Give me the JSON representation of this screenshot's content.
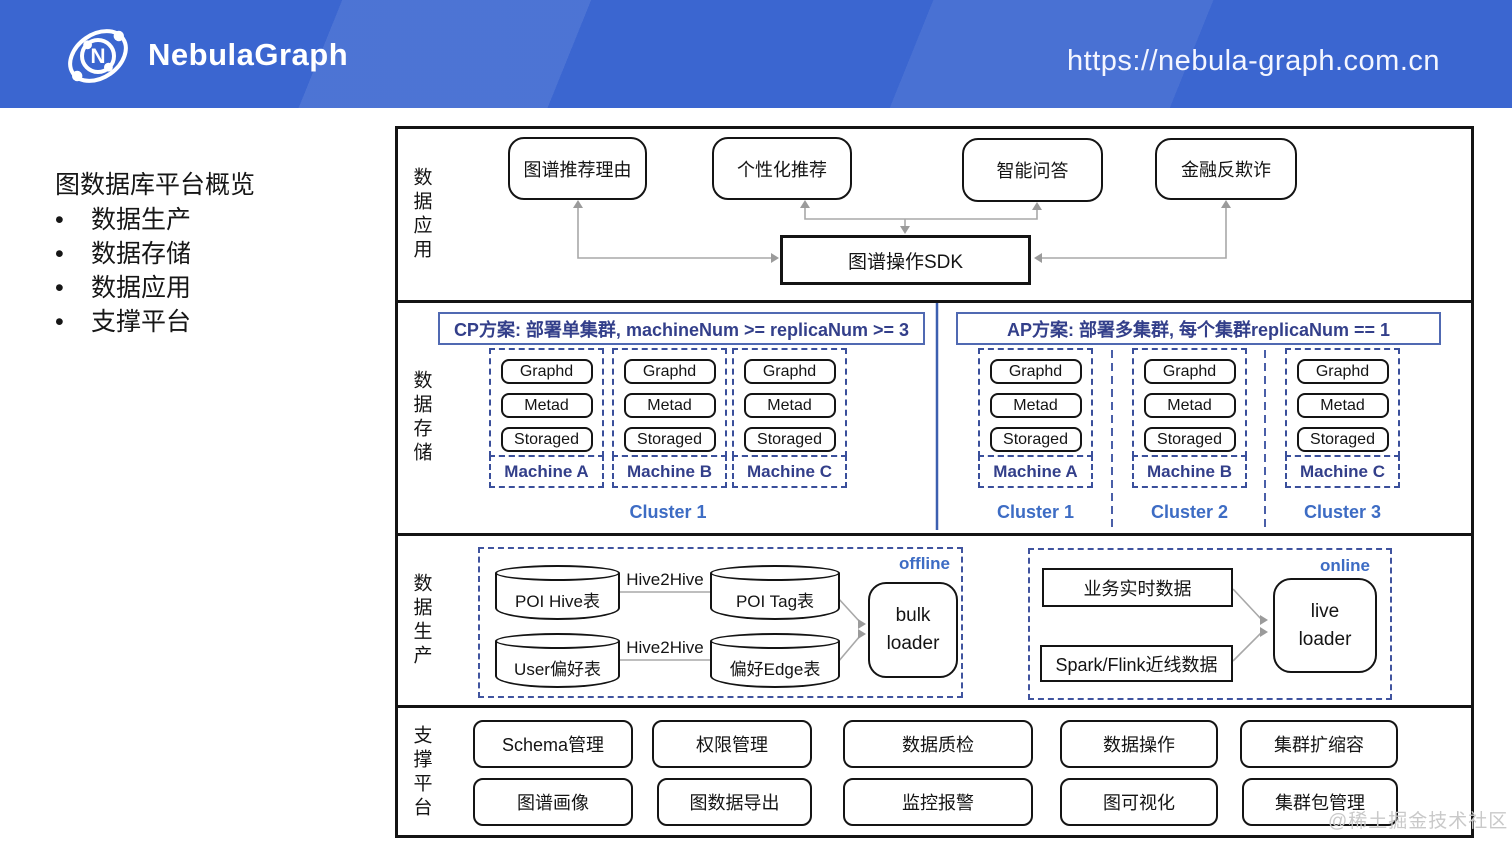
{
  "header": {
    "brand": "NebulaGraph",
    "url": "https://nebula-graph.com.cn"
  },
  "intro": {
    "title": "图数据库平台概览",
    "bullets": [
      "数据生产",
      "数据存储",
      "数据应用",
      "支撑平台"
    ]
  },
  "app": {
    "label": "数据应用",
    "boxes": [
      "图谱推荐理由",
      "个性化推荐",
      "智能问答",
      "金融反欺诈"
    ],
    "sdk": "图谱操作SDK"
  },
  "storage": {
    "label": "数据存储",
    "cp": {
      "title": "CP方案: 部署单集群, machineNum >= replicaNum >= 3",
      "machines": [
        {
          "name": "Machine A",
          "services": [
            "Graphd",
            "Metad",
            "Storaged"
          ]
        },
        {
          "name": "Machine B",
          "services": [
            "Graphd",
            "Metad",
            "Storaged"
          ]
        },
        {
          "name": "Machine C",
          "services": [
            "Graphd",
            "Metad",
            "Storaged"
          ]
        }
      ],
      "cluster": "Cluster 1"
    },
    "ap": {
      "title": "AP方案: 部署多集群, 每个集群replicaNum == 1",
      "machines": [
        {
          "name": "Machine A",
          "services": [
            "Graphd",
            "Metad",
            "Storaged"
          ],
          "cluster": "Cluster 1"
        },
        {
          "name": "Machine B",
          "services": [
            "Graphd",
            "Metad",
            "Storaged"
          ],
          "cluster": "Cluster 2"
        },
        {
          "name": "Machine C",
          "services": [
            "Graphd",
            "Metad",
            "Storaged"
          ],
          "cluster": "Cluster 3"
        }
      ]
    }
  },
  "production": {
    "label": "数据生产",
    "offline": {
      "tag": "offline",
      "rows": [
        {
          "source": "POI Hive表",
          "transform": "Hive2Hive",
          "target": "POI Tag表"
        },
        {
          "source": "User偏好表",
          "transform": "Hive2Hive",
          "target": "偏好Edge表"
        }
      ],
      "loader": "bulk loader"
    },
    "online": {
      "tag": "online",
      "sources": [
        "业务实时数据",
        "Spark/Flink近线数据"
      ],
      "loader": "live loader"
    }
  },
  "platform": {
    "label": "支撑平台",
    "rows": [
      [
        "Schema管理",
        "权限管理",
        "数据质检",
        "数据操作",
        "集群扩缩容"
      ],
      [
        "图谱画像",
        "图数据导出",
        "监控报警",
        "图可视化",
        "集群包管理"
      ]
    ]
  },
  "watermark": "@稀土掘金技术社区",
  "colors": {
    "header_bg": "#3b66d0",
    "ink": "#141414",
    "navy_text": "#333f8a",
    "blue_label": "#3d6cc4",
    "dashed_blue": "#3a4f9b",
    "arrow_gray": "#a8a8a8"
  }
}
